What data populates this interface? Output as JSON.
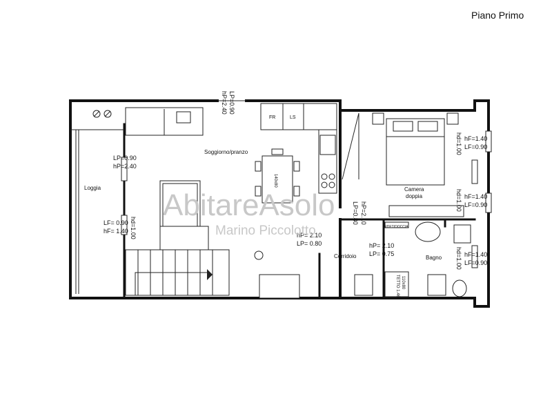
{
  "title": "Piano Primo",
  "watermark": {
    "brand": "AbitareAsolo",
    "author": "Marino Piccolotto"
  },
  "rooms": {
    "soggiorno": "Soggiorno/pranzo",
    "loggia": "Loggia",
    "camera_line1": "Camera",
    "camera_line2": "doppia",
    "corridoio": "Corridoio",
    "bagno": "Bagno"
  },
  "dimensions": {
    "top_door_lp": "LP=0.90",
    "top_door_hp": "hP=2.40",
    "soggiorno_lp": "LP=0.90",
    "soggiorno_hp": "hP=2.40",
    "loggia_lf": "LF= 0.90",
    "loggia_hf": "hF= 1.40",
    "loggia_hd": "hd=1.00",
    "camera_hp": "hP=2.10",
    "camera_lp": "LP=0.80",
    "corr_hp": "hP=  2.10",
    "corr_lp": "LP=  0.80",
    "bagno_hp": "hP=  2.10",
    "bagno_lp": "LP=  0.75",
    "right1_hf": "hF=1.40",
    "right1_lf": "LF=0.90",
    "right1_hd": "hd=1.00",
    "right2_hf": "hF=1.40",
    "right2_lf": "LF=0.90",
    "right2_hd": "hd=1.00",
    "right3_hd": "hd=1.00",
    "right3_hf": "hF=1.40",
    "right3_lf": "LF=0.90"
  },
  "fixtures": {
    "table": "140x80",
    "fridge": "FR",
    "dishwasher": "LS",
    "shower_size": "110x80",
    "shower_note": "TETTO 1.46",
    "bidet_tag": "BIDET/DOCCIA"
  }
}
